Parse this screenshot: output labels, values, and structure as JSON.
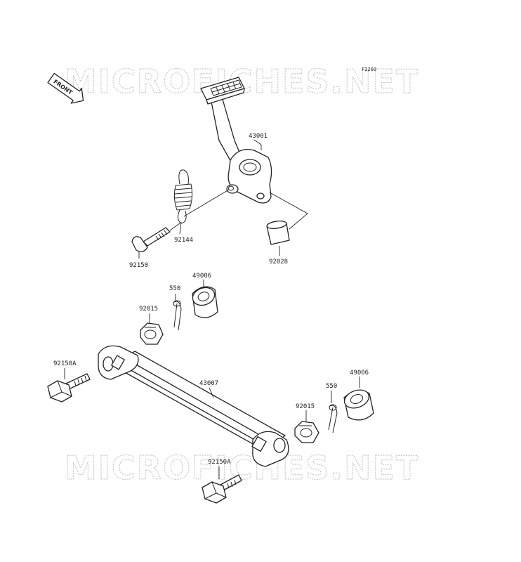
{
  "watermark": "MICROFICHES.NET",
  "figure_code": "F2260",
  "front_label": "FRONT",
  "parts": {
    "pedal": "43001",
    "spring": "92144",
    "pedal_bolt": "92150",
    "collar": "92028",
    "bushing_upper": "49006",
    "pin_upper": "550",
    "nut_upper": "92015",
    "bolt_left": "92150A",
    "rod": "43007",
    "bushing_lower": "49006",
    "pin_lower": "550",
    "nut_lower": "92015",
    "bolt_bottom": "92150A"
  }
}
